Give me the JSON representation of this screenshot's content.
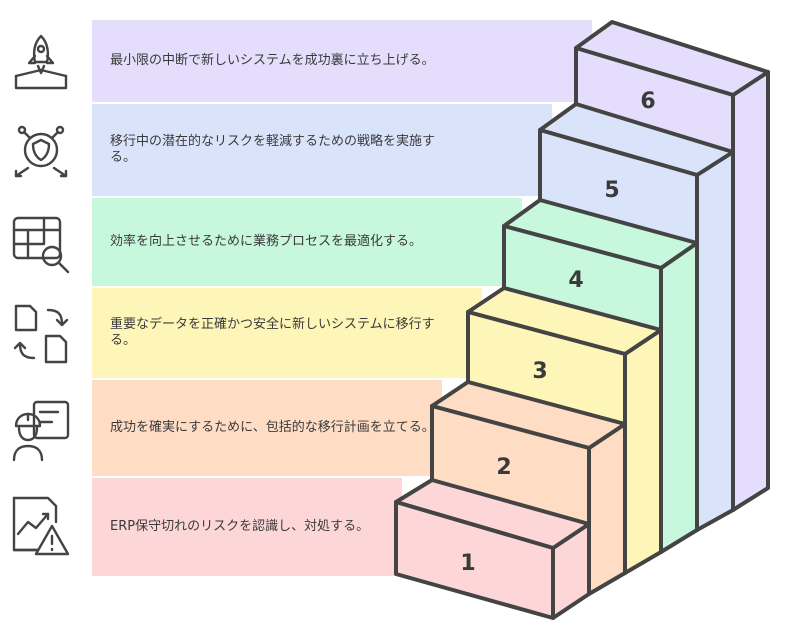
{
  "steps": [
    {
      "number": "1",
      "text": "ERP保守切れのリスクを認識し、対処する。",
      "color": "#FDD7D7",
      "icon": "chart-warning-icon"
    },
    {
      "number": "2",
      "text": "成功を確実にするために、包括的な移行計画を立てる。",
      "color": "#FFDCC4",
      "icon": "engineer-blueprint-icon"
    },
    {
      "number": "3",
      "text": "重要なデータを正確かつ安全に新しいシステムに移行する。",
      "color": "#FEF6B8",
      "icon": "document-transfer-icon"
    },
    {
      "number": "4",
      "text": "効率を向上させるために業務プロセスを最適化する。",
      "color": "#C7F7DD",
      "icon": "table-search-icon"
    },
    {
      "number": "5",
      "text": "移行中の潜在的なリスクを軽減するための戦略を実施する。",
      "color": "#D9E4FB",
      "icon": "shield-network-icon"
    },
    {
      "number": "6",
      "text": "最小限の中断で新しいシステムを成功裏に立ち上げる。",
      "color": "#E4DEFC",
      "icon": "rocket-launch-icon"
    }
  ]
}
